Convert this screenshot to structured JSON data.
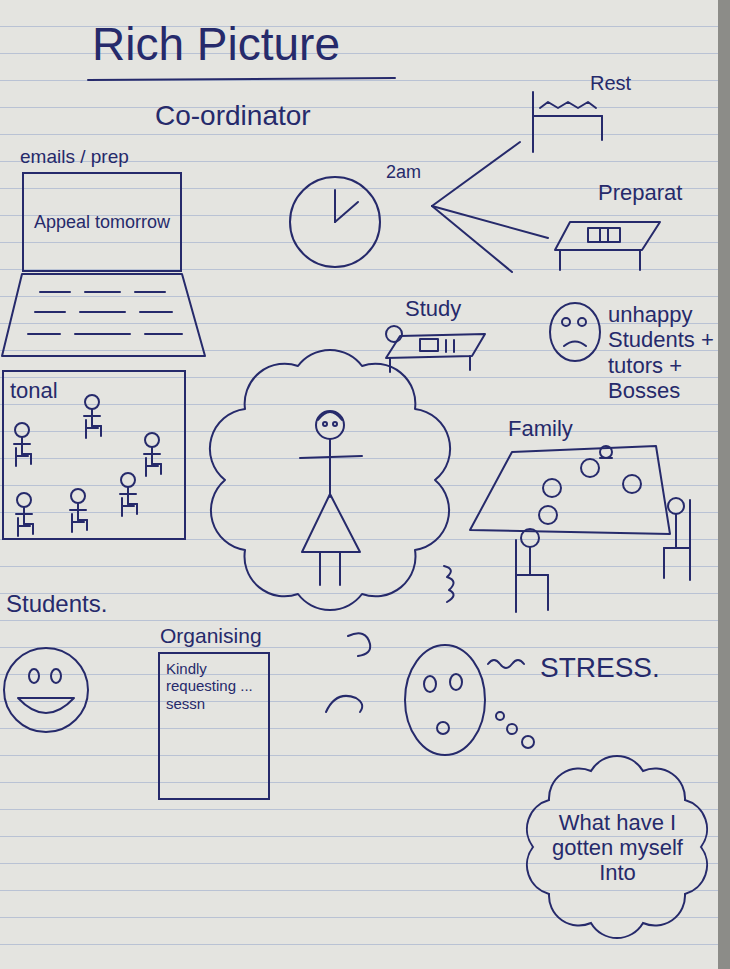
{
  "diagram": {
    "title": "Rich Picture",
    "nodes": [
      {
        "text": [
          "emails / prep",
          "Appeal tomorrow"
        ]
      },
      {
        "text": [
          "tonal"
        ]
      },
      {
        "text": [
          "Organising",
          "Kindly requesting ... sessn"
        ]
      },
      {
        "text": [
          "What have I gotten myself Into"
        ]
      }
    ],
    "labels": [
      "Co-ordinator",
      "2am",
      "Rest",
      "Preparat",
      "Study",
      "unhappy Students + tutors + Bosses",
      "Family",
      "Students.",
      "STRESS."
    ]
  }
}
